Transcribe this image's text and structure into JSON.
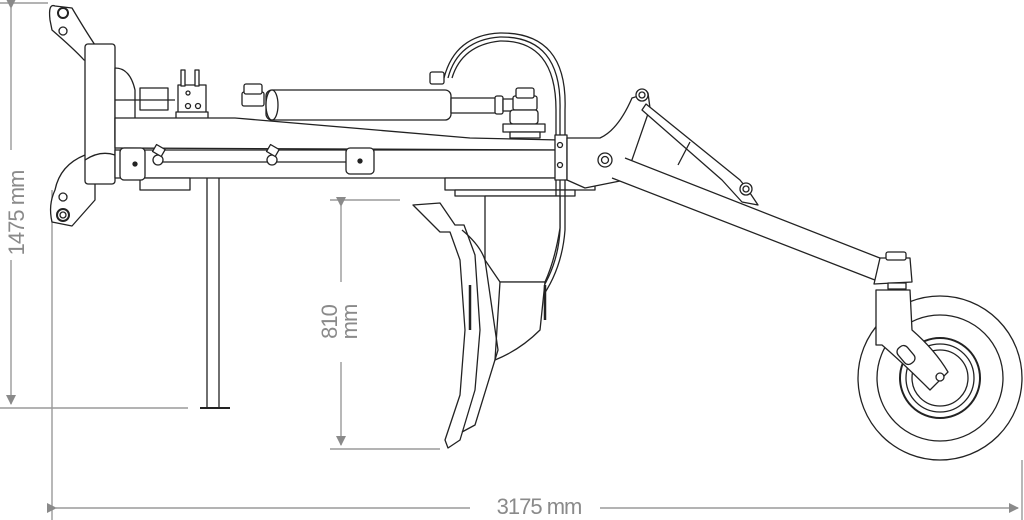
{
  "figure": {
    "type": "technical side-view drawing",
    "subject": "trailed ripper / subsoiler unit with transport wheel",
    "line_color": "#222222",
    "dimension_color": "#8a8a8a"
  },
  "dimensions": {
    "height": {
      "value": 1475,
      "unit": "mm",
      "label": "1475 mm"
    },
    "depth": {
      "value": 810,
      "unit": "mm",
      "label_value": "810",
      "label_unit": "mm"
    },
    "length": {
      "value": 3175,
      "unit": "mm",
      "label": "3175 mm"
    }
  }
}
